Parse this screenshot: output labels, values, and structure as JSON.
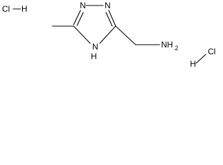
{
  "molecule": {
    "salt_left": {
      "element_1": "Cl",
      "element_2": "H"
    },
    "salt_right": {
      "element_1": "Cl",
      "element_2": "H"
    },
    "ring_atoms": {
      "n1": "N",
      "n2": "N",
      "nh_n": "N",
      "nh_h": "H"
    },
    "amine_group": {
      "element": "NH",
      "subscript": "2"
    }
  },
  "style": {
    "bond_color": "#000000",
    "background": "#ffffff"
  }
}
